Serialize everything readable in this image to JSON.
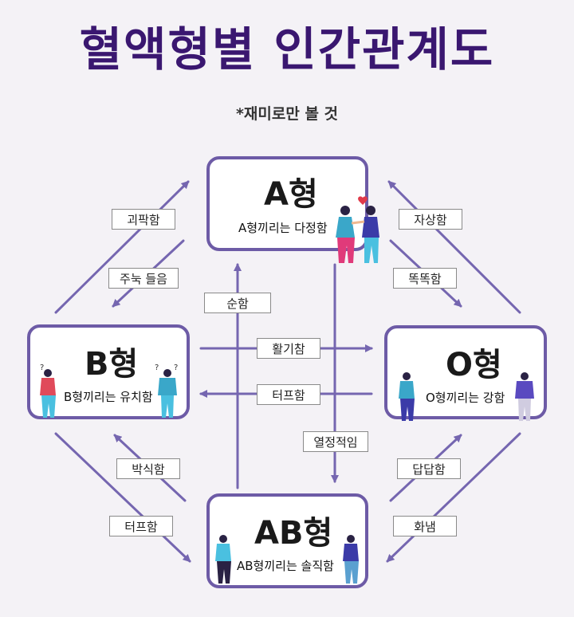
{
  "title": "혈액형별 인간관계도",
  "subtitle": "*재미로만 볼 것",
  "colors": {
    "title": "#3a1770",
    "arrow": "#7566b0",
    "box_border": "#6d5ba6",
    "background": "#f4f2f6"
  },
  "nodes": {
    "a": {
      "name": "A형",
      "desc": "A형끼리는 다정함"
    },
    "b": {
      "name": "B형",
      "desc": "B형끼리는 유치함"
    },
    "o": {
      "name": "O형",
      "desc": "O형끼리는 강함"
    },
    "ab": {
      "name": "AB형",
      "desc": "AB형끼리는 솔직함"
    }
  },
  "relations": {
    "b_to_a": "괴팍함",
    "a_to_b": "주눅 들음",
    "o_to_a": "자상함",
    "a_to_o": "똑똑함",
    "ab_to_a": "순함",
    "a_to_ab": "열정적임",
    "b_to_o": "활기참",
    "o_to_b": "터프함",
    "ab_to_b": "박식함",
    "b_to_ab": "터프함",
    "ab_to_o": "답답함",
    "o_to_ab": "화냄"
  }
}
